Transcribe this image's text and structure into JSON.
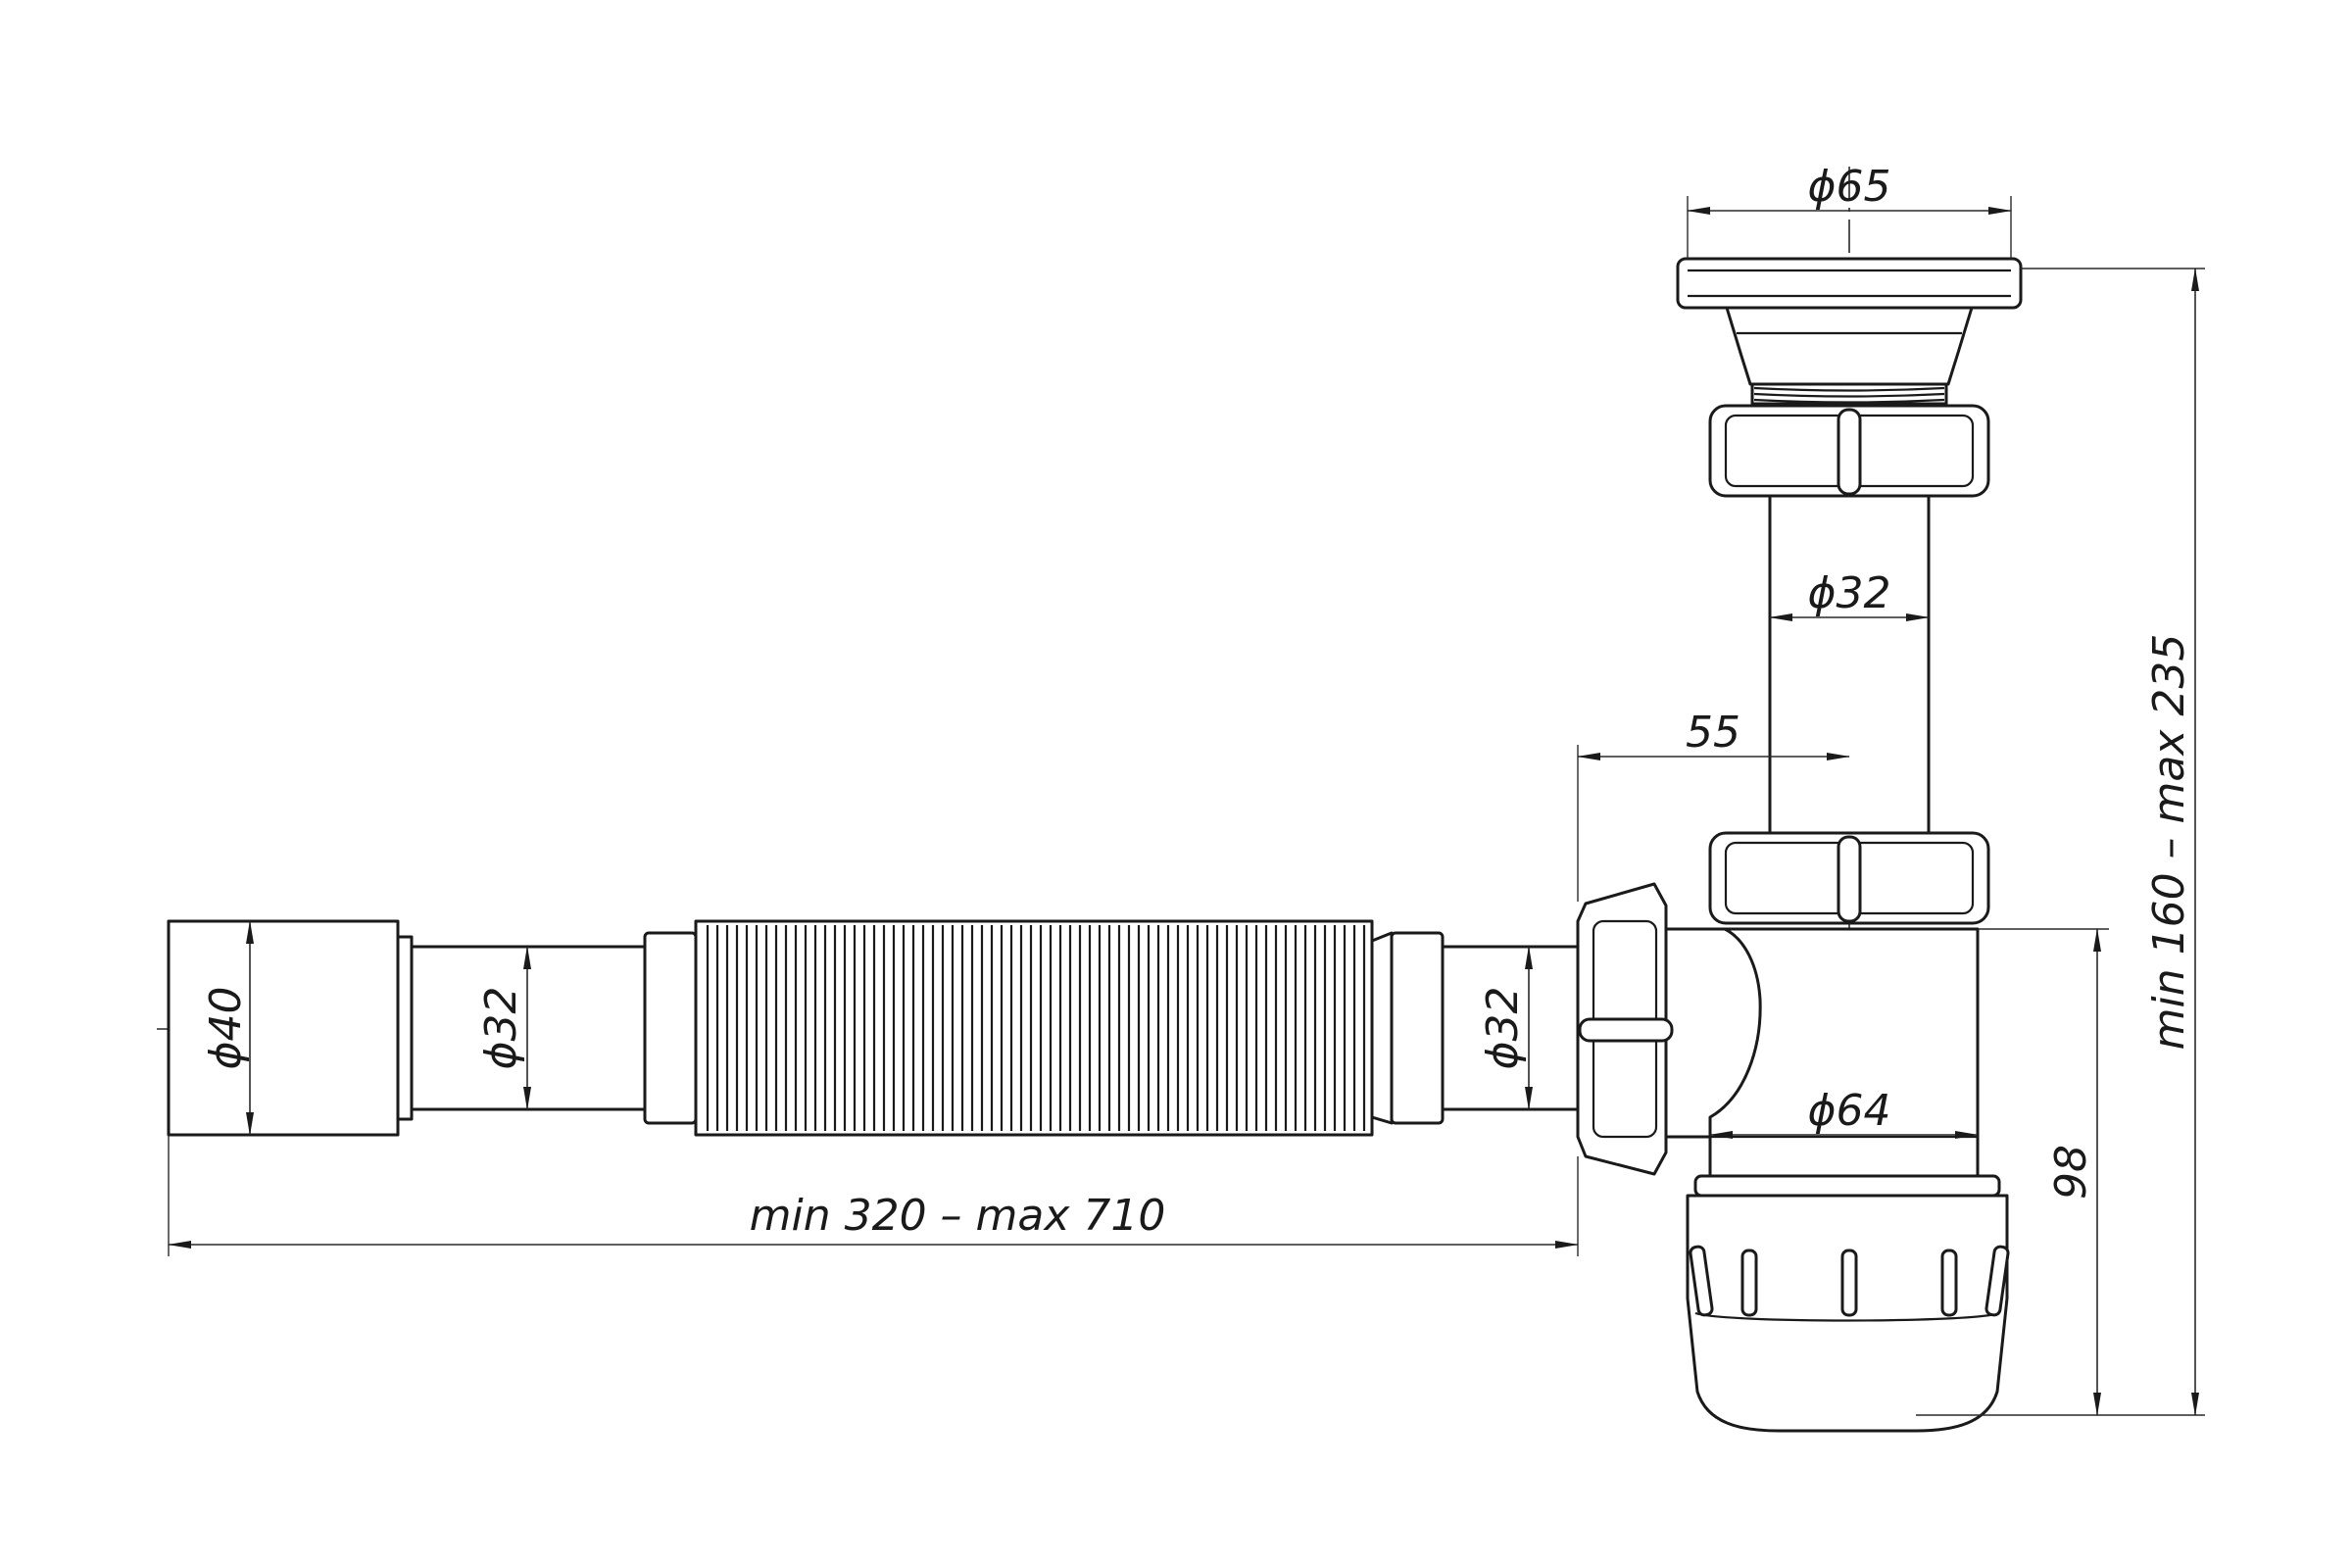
{
  "diagram": {
    "dimensions": {
      "top_flange_diameter": "ϕ65",
      "vertical_pipe_diameter": "ϕ32",
      "offset": "55",
      "height_range": "min 160 – max 235",
      "bottle_diameter": "ϕ64",
      "bottle_height": "98",
      "outlet_diameter": "ϕ40",
      "tube_diameter_left": "ϕ32",
      "tube_diameter_right": "ϕ32",
      "length_range": "min 320 – max 710"
    },
    "colors": {
      "line": "#1a1a1a",
      "background": "#ffffff"
    }
  }
}
